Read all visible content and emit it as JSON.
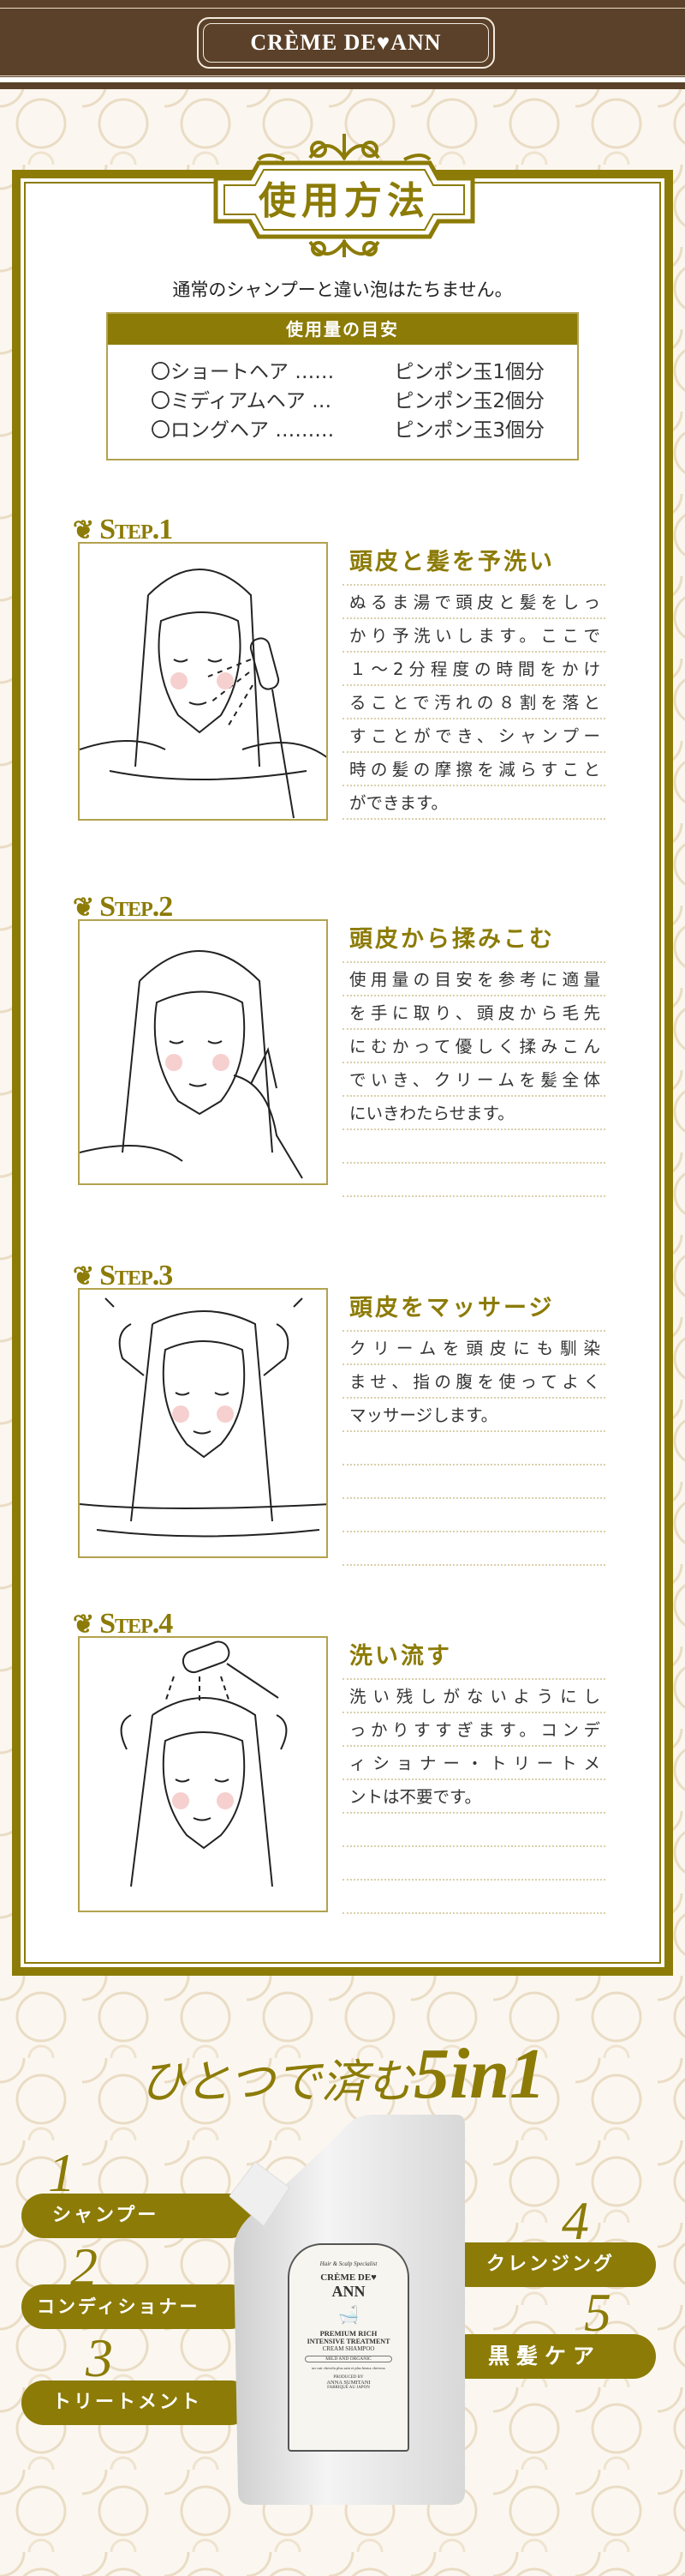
{
  "header": {
    "logo": "CRÈME DE♥ANN"
  },
  "usage": {
    "title": "使用方法",
    "intro": "通常のシャンプーと違い泡はたちません。",
    "guide": {
      "heading": "使用量の目安",
      "rows": [
        {
          "hair": "〇ショートヘア ……",
          "amount": "ピンポン玉1個分"
        },
        {
          "hair": "〇ミディアムヘア …",
          "amount": "ピンポン玉2個分"
        },
        {
          "hair": "〇ロングヘア ………",
          "amount": "ピンポン玉3個分"
        }
      ]
    }
  },
  "steps": [
    {
      "label": "Step.1",
      "title": "頭皮と髪を予洗い",
      "lines": [
        "ぬるま湯で頭皮と髪をしっ",
        "かり予洗いします。ここで",
        "１～2分程度の時間をかけ",
        "ることで汚れの８割を落と",
        "すことができ、シャンプー",
        "時の髪の摩擦を減らすこと",
        "ができます。"
      ]
    },
    {
      "label": "Step.2",
      "title": "頭皮から揉みこむ",
      "lines": [
        "使用量の目安を参考に適量",
        "を手に取り、頭皮から毛先",
        "にむかって優しく揉みこん",
        "でいき、クリームを髪全体",
        "にいきわたらせます。"
      ]
    },
    {
      "label": "Step.3",
      "title": "頭皮をマッサージ",
      "lines": [
        "クリームを頭皮にも馴染",
        "ませ、指の腹を使ってよく",
        "マッサージします。"
      ]
    },
    {
      "label": "Step.4",
      "title": "洗い流す",
      "lines": [
        "洗い残しがないようにし",
        "っかりすすぎます。コンデ",
        "ィショナー・トリートメ",
        "ントは不要です。"
      ]
    }
  ],
  "five_in_one": {
    "title": "ひとつで済む",
    "title_big": "5in1",
    "features": [
      {
        "num": "1",
        "label": "シャンプー"
      },
      {
        "num": "2",
        "label": "コンディショナー"
      },
      {
        "num": "3",
        "label": "トリートメント"
      },
      {
        "num": "4",
        "label": "クレンジング"
      },
      {
        "num": "5",
        "label": "黒髪ケア"
      }
    ],
    "product_label": {
      "tag": "Hair & Scalp Specialist",
      "brand1": "CRÈME DE♥",
      "brand2": "ANN",
      "name1": "PREMIUM RICH",
      "name2": "INTENSIVE TREATMENT",
      "name3": "CREAM SHAMPOO",
      "badge": "MILD AND ORGANIC",
      "tagline": "un cuir chevelu plus sain et plus beaux cheveux",
      "producer1": "PRODUCED BY",
      "producer2": "ANNA SUMITANI",
      "origin": "FABRIQUÉ AU JAPON"
    }
  },
  "colors": {
    "accent": "#8c7b06",
    "header": "#5b4129",
    "pattern": "#eadcc4"
  }
}
